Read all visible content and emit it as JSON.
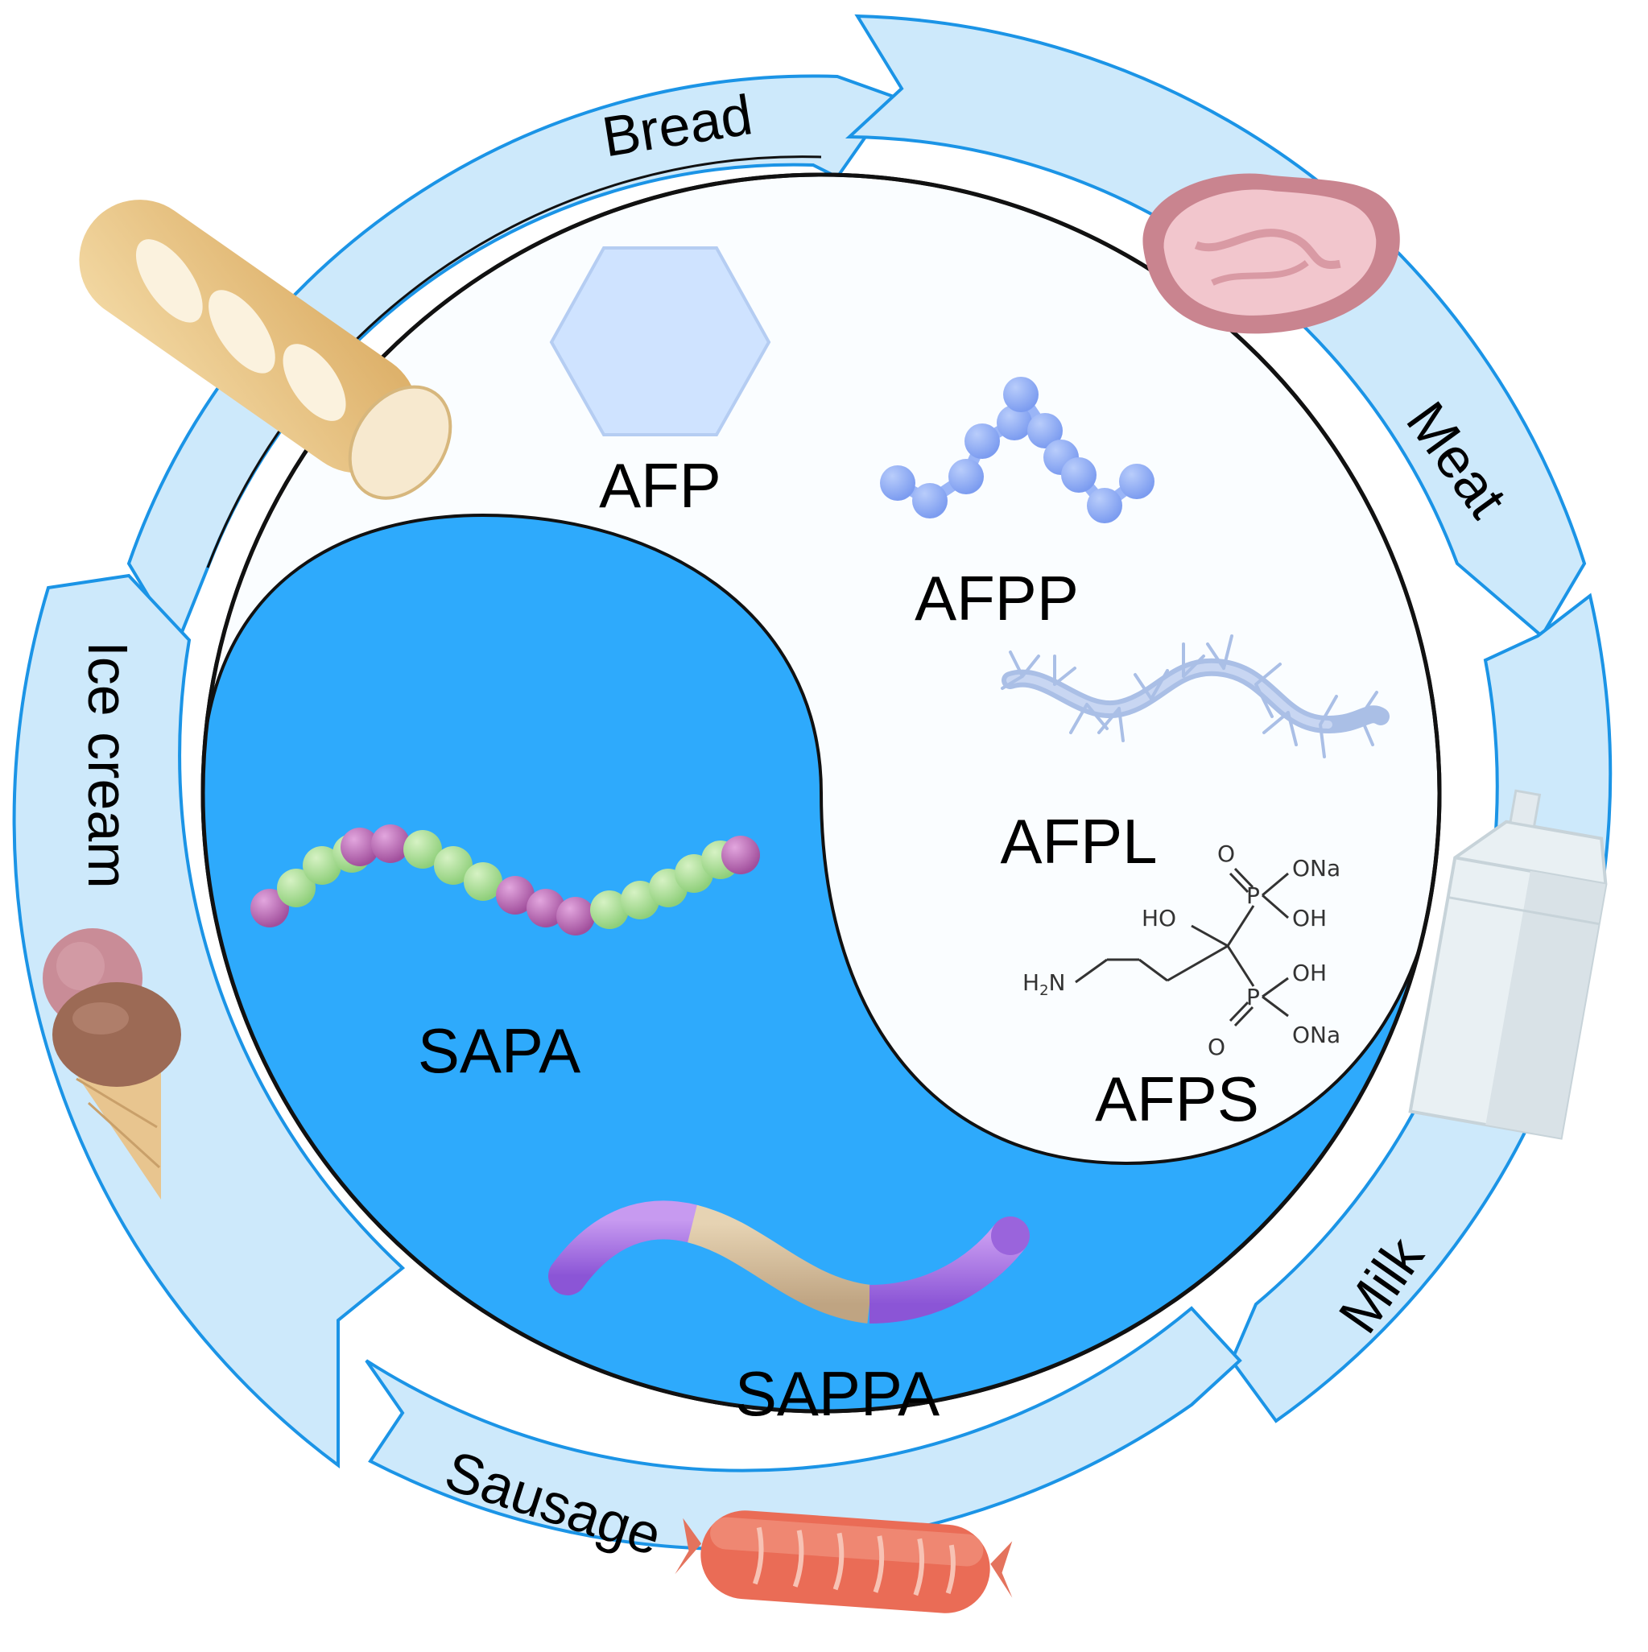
{
  "colors": {
    "ring_fill": "#cde9fb",
    "ring_stroke": "#1b94e6",
    "inner_blue": "#2eaafc",
    "inner_white": "#fafdff",
    "outline": "#111111"
  },
  "foods": [
    {
      "label": "Bread",
      "icon": "baguette-icon"
    },
    {
      "label": "Meat",
      "icon": "meat-steak-icon"
    },
    {
      "label": "Milk",
      "icon": "milk-carton-icon"
    },
    {
      "label": "Sausage",
      "icon": "sausage-icon"
    },
    {
      "label": "Ice cream",
      "icon": "ice-cream-cone-icon"
    }
  ],
  "compounds": {
    "afp": {
      "label": "AFP",
      "icon": "hexagon-icon"
    },
    "afpp": {
      "label": "AFPP",
      "icon": "peptide-chain-icon"
    },
    "afpl": {
      "label": "AFPL",
      "icon": "branched-polymer-icon"
    },
    "afps": {
      "label": "AFPS",
      "icon": "chemical-structure-icon"
    },
    "sapa": {
      "label": "SAPA",
      "icon": "bead-chain-icon"
    },
    "sappa": {
      "label": "SAPPA",
      "icon": "block-copolymer-icon"
    }
  },
  "chemical_structure": {
    "o_top": "O",
    "ona_top": "ONa",
    "oh_top": "OH",
    "ho": "HO",
    "p_top": "P",
    "oh_bottom": "OH",
    "p_bottom": "P",
    "ona_bottom": "ONa",
    "o_bottom": "O",
    "h2n_h": "H",
    "h2n_sub": "2",
    "h2n_n": "N"
  }
}
